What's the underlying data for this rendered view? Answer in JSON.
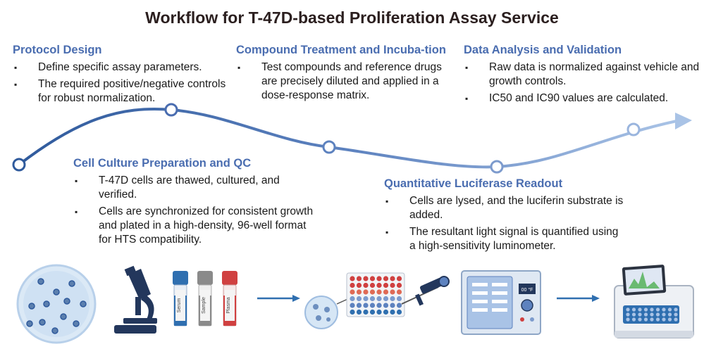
{
  "title": "Workflow for T-47D-based Proliferation Assay Service",
  "steps": [
    {
      "heading": "Protocol Design",
      "bullets": [
        "Define specific assay parameters.",
        "The required positive/negative controls for robust normalization."
      ]
    },
    {
      "heading": "Cell Culture Preparation and QC",
      "bullets": [
        "T-47D cells are thawed, cultured, and verified.",
        "Cells are synchronized for consistent growth and plated in a high-density, 96-well format for HTS compatibility."
      ]
    },
    {
      "heading": "Compound Treatment and Incuba-tion",
      "bullets": [
        "Test compounds and reference drugs are precisely diluted and applied in a dose-response matrix."
      ]
    },
    {
      "heading": "Quantitative Luciferase Readout",
      "bullets": [
        "Cells are lysed, and the luciferin substrate is added.",
        "The resultant light signal is quantified using a high-sensitivity luminometer."
      ]
    },
    {
      "heading": "Data Analysis and Validation",
      "bullets": [
        "Raw data is normalized against vehicle and growth controls.",
        "IC50 and IC90 values are calculated."
      ]
    }
  ],
  "tubes": [
    {
      "label": "Serum",
      "cap_color": "#2f6fb0"
    },
    {
      "label": "Sample",
      "cap_color": "#8a8a8a"
    },
    {
      "label": "Plasma",
      "cap_color": "#d04040"
    }
  ],
  "device_display": "00 °F",
  "colors": {
    "accent": "#4a6db0",
    "track_start": "#2f5a9c",
    "track_end": "#a9c3e6",
    "arrow": "#2f6fb0"
  },
  "icons": [
    "petri-dish-icon",
    "microscope-icon",
    "blood-tube-icon",
    "arrow-icon",
    "cell-dish-icon",
    "well-plate-icon",
    "pipette-icon",
    "incubator-icon",
    "plate-reader-icon"
  ]
}
